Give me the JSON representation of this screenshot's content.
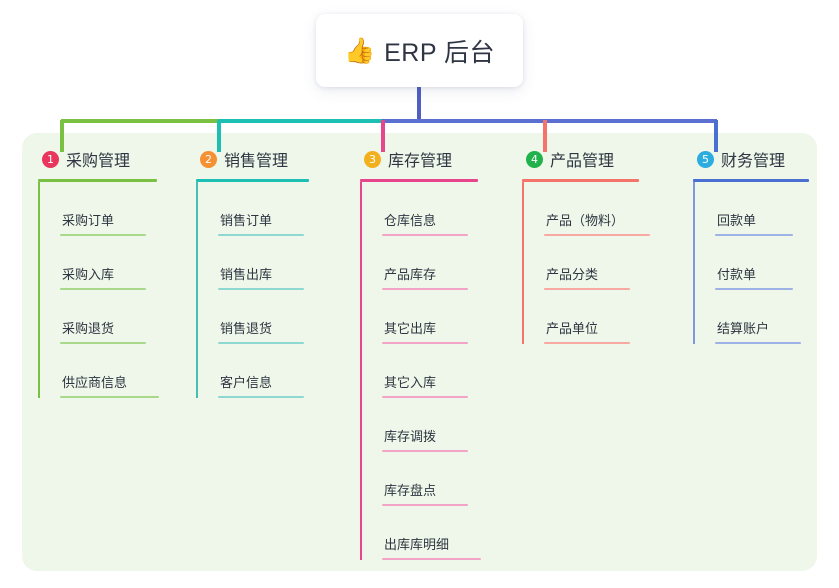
{
  "root": {
    "emoji": "👍",
    "emoji_name": "thumbs-up-icon",
    "title": "ERP 后台"
  },
  "palette": {
    "panel_bg": "#eef7e9",
    "page_bg": "#ffffff",
    "text": "#2f3542",
    "trunk": "#4f5fc4"
  },
  "columns": [
    {
      "index": "1",
      "title": "采购管理",
      "badge_color": "#e8365d",
      "rule_color": "#7ac143",
      "spine_color": "#7ac143",
      "node_rule_color": "#a8d98a",
      "branch_color": "#7ac143",
      "header_rule_width": 119,
      "items": [
        {
          "label": "采购订单",
          "rule_width": 86
        },
        {
          "label": "采购入库",
          "rule_width": 86
        },
        {
          "label": "采购退货",
          "rule_width": 86
        },
        {
          "label": "供应商信息",
          "rule_width": 99
        }
      ]
    },
    {
      "index": "2",
      "title": "销售管理",
      "badge_color": "#f59033",
      "rule_color": "#1ebfb3",
      "spine_color": "#45bfb5",
      "node_rule_color": "#8fd8d2",
      "branch_color": "#1ebfb3",
      "header_rule_width": 113,
      "items": [
        {
          "label": "销售订单",
          "rule_width": 86
        },
        {
          "label": "销售出库",
          "rule_width": 86
        },
        {
          "label": "销售退货",
          "rule_width": 86
        },
        {
          "label": "客户信息",
          "rule_width": 86
        }
      ]
    },
    {
      "index": "3",
      "title": "库存管理",
      "badge_color": "#f2b01e",
      "rule_color": "#e8468c",
      "spine_color": "#e8468c",
      "node_rule_color": "#f3a3c6",
      "branch_color": "#e8468c",
      "header_rule_width": 118,
      "items": [
        {
          "label": "仓库信息",
          "rule_width": 86
        },
        {
          "label": "产品库存",
          "rule_width": 86
        },
        {
          "label": "其它出库",
          "rule_width": 86
        },
        {
          "label": "其它入库",
          "rule_width": 86
        },
        {
          "label": "库存调拨",
          "rule_width": 86
        },
        {
          "label": "库存盘点",
          "rule_width": 86
        },
        {
          "label": "出库库明细",
          "rule_width": 99
        }
      ]
    },
    {
      "index": "4",
      "title": "产品管理",
      "badge_color": "#22b24c",
      "rule_color": "#f4736b",
      "spine_color": "#f4736b",
      "node_rule_color": "#f8a9a3",
      "branch_color": "#f4736b",
      "header_rule_width": 117,
      "items": [
        {
          "label": "产品（物料）",
          "rule_width": 106
        },
        {
          "label": "产品分类",
          "rule_width": 86
        },
        {
          "label": "产品单位",
          "rule_width": 86
        }
      ]
    },
    {
      "index": "5",
      "title": "财务管理",
      "badge_color": "#2badE0",
      "rule_color": "#4a6fd0",
      "spine_color": "#8099dd",
      "node_rule_color": "#9fb2e5",
      "branch_color": "#4a6fd0",
      "header_rule_width": 116,
      "items": [
        {
          "label": "回款单",
          "rule_width": 78
        },
        {
          "label": "付款单",
          "rule_width": 78
        },
        {
          "label": "结算账户",
          "rule_width": 86
        }
      ]
    }
  ],
  "connectors": {
    "trunk_color": "#4f5fc4",
    "bar_segments": [
      {
        "from": "col1",
        "to": "col2",
        "color": "#7ac143"
      },
      {
        "from": "col2",
        "to": "col3",
        "color": "#1ebfb3"
      },
      {
        "from": "col3",
        "to": "col5",
        "color": "#5b6fd0"
      }
    ]
  }
}
